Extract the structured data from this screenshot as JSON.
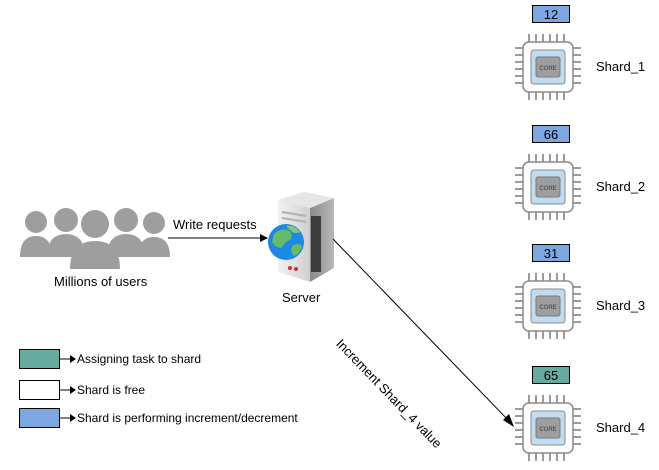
{
  "users_label": "Millions of users",
  "write_requests_label": "Write requests",
  "server_label": "Server",
  "increment_label": "Increment Shard_4 value",
  "chip_core_text": "CORE",
  "shards": [
    {
      "name": "Shard_1",
      "value": "12",
      "status": "performing"
    },
    {
      "name": "Shard_2",
      "value": "66",
      "status": "performing"
    },
    {
      "name": "Shard_3",
      "value": "31",
      "status": "performing"
    },
    {
      "name": "Shard_4",
      "value": "65",
      "status": "assigning"
    }
  ],
  "legend": [
    {
      "label": "Assigning task to shard",
      "color": "#67AB9F"
    },
    {
      "label": "Shard is free",
      "color": "#FFFFFF"
    },
    {
      "label": "Shard is performing increment/decrement",
      "color": "#7EA6E0"
    }
  ],
  "colors": {
    "assigning": "#67AB9F",
    "free": "#FFFFFF",
    "performing": "#7EA6E0"
  }
}
